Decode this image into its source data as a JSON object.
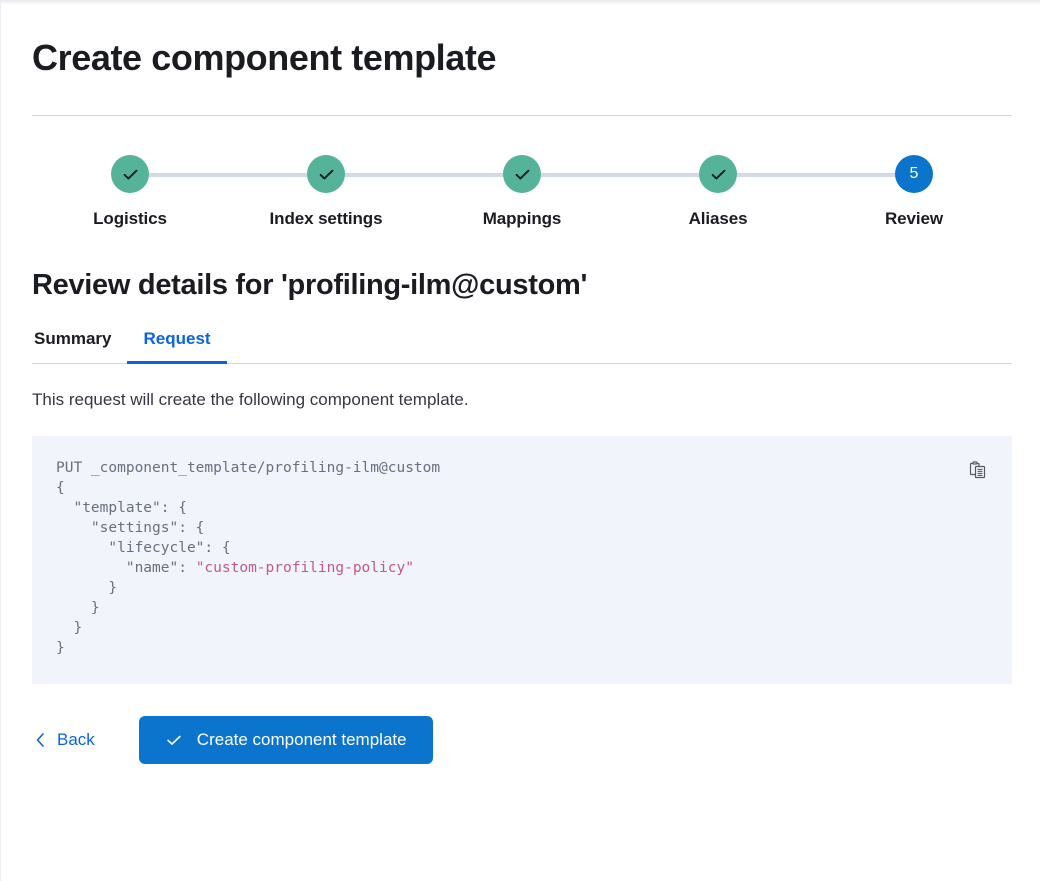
{
  "page": {
    "title": "Create component template",
    "section_title": "Review details for 'profiling-ilm@custom'",
    "description": "This request will create the following component template."
  },
  "stepper": {
    "steps": [
      {
        "label": "Logistics",
        "number": "1",
        "state": "complete",
        "icon": "check-icon"
      },
      {
        "label": "Index settings",
        "number": "2",
        "state": "complete",
        "icon": "check-icon"
      },
      {
        "label": "Mappings",
        "number": "3",
        "state": "complete",
        "icon": "check-icon"
      },
      {
        "label": "Aliases",
        "number": "4",
        "state": "complete",
        "icon": "check-icon"
      },
      {
        "label": "Review",
        "number": "5",
        "state": "current",
        "icon": ""
      }
    ],
    "complete_color": "#54B399",
    "current_color": "#0B74CD",
    "connector_color": "#D3DAE6"
  },
  "tabs": [
    {
      "label": "Summary",
      "active": false
    },
    {
      "label": "Request",
      "active": true
    }
  ],
  "code_block": {
    "copy_icon": "copy-clipboard-icon",
    "background": "#F1F4FA",
    "text_color": "#69707D",
    "string_color": "#BD5A8E",
    "line_1": "PUT _component_template/profiling-ilm@custom",
    "line_2": "{",
    "line_3": "  \"template\": {",
    "line_4": "    \"settings\": {",
    "line_5": "      \"lifecycle\": {",
    "line_6_key": "        \"name\": ",
    "line_6_value": "\"custom-profiling-policy\"",
    "line_7": "      }",
    "line_8": "    }",
    "line_9": "  }",
    "line_10": "}"
  },
  "footer": {
    "back_label": "Back",
    "back_icon": "chevron-left-icon",
    "submit_label": "Create component template",
    "submit_icon": "check-icon",
    "submit_color": "#0B74CD"
  }
}
